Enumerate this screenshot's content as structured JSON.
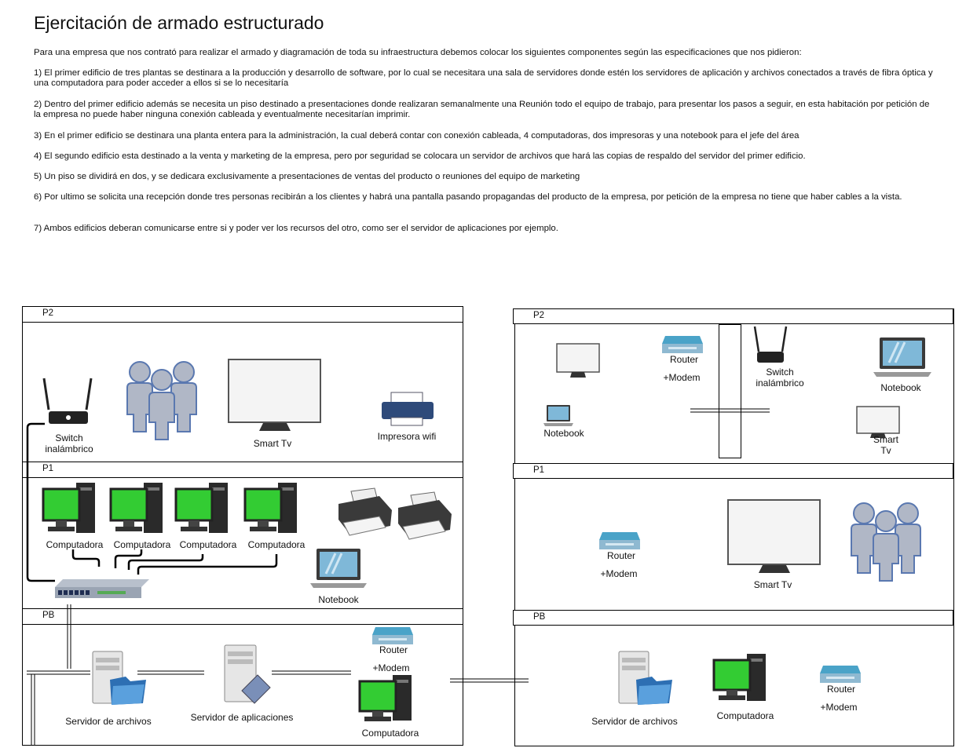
{
  "title": "Ejercitación de armado estructurado",
  "intro": "Para una empresa que  nos contrató para realizar el armado y diagramación de toda su infraestructura debemos colocar los siguientes componentes según las especificaciones que nos pidieron:",
  "items": [
    "1) El primer edificio de tres plantas se destinara a la producción y desarrollo de software, por lo cual se necesitara una sala de servidores donde estén los servidores de aplicación y archivos conectados a través de fibra óptica y una computadora para poder acceder a ellos si se lo necesitaría",
    "2) Dentro del primer edificio además se necesita un piso destinado a presentaciones donde realizaran semanalmente una Reunión todo el equipo de trabajo, para presentar los pasos a seguir, en esta habitación por petición de la empresa no puede haber ninguna conexión cableada y eventualmente necesitarían imprimir.",
    "3) En el primer edificio se destinara una planta entera para la administración, la cual deberá contar con conexión cableada, 4 computadoras, dos impresoras y una notebook para el jefe del área",
    "4) El segundo edificio esta destinado a la venta y marketing de la empresa, pero por seguridad se colocara un servidor de archivos que hará las copias de respaldo del servidor del primer edificio.",
    "5) Un piso se dividirá en dos, y se dedicara exclusivamente a presentaciones de ventas del producto o reuniones del equipo de marketing",
    "6) Por ultimo se solicita una recepción donde tres personas recibirán a los clientes y habrá una pantalla pasando propagandas del producto de la empresa, por petición de la empresa no tiene que haber cables a la vista.",
    "7) Ambos edificios deberan comunicarse entre si y poder ver los recursos del otro, como ser el servidor de aplicaciones por ejemplo."
  ],
  "building1": {
    "p2": "P2",
    "p1": "P1",
    "pb": "PB",
    "switch_wireless": "Switch inalámbrico",
    "smart_tv": "Smart Tv",
    "printer_wifi": "Impresora wifi",
    "computer": "Computadora",
    "notebook": "Notebook",
    "file_server": "Servidor de archivos",
    "app_server": "Servidor de aplicaciones",
    "router": "Router",
    "modem": "+Modem",
    "pb_computer": "Computadora"
  },
  "building2": {
    "p2": "P2",
    "p1": "P1",
    "pb": "PB",
    "router": "Router",
    "modem": "+Modem",
    "switch_wireless": "Switch inalámbrico",
    "notebook": "Notebook",
    "notebook_small": "Notebook",
    "smart_tv_small": "Smart Tv",
    "smart_tv": "Smart Tv",
    "file_server": "Servidor de archivos",
    "computer": "Computadora"
  },
  "colors": {
    "screen_green": "#33cc33",
    "people_fill": "#b0b7c6",
    "people_stroke": "#5a78b0",
    "router_blue": "#4aa3c8"
  }
}
